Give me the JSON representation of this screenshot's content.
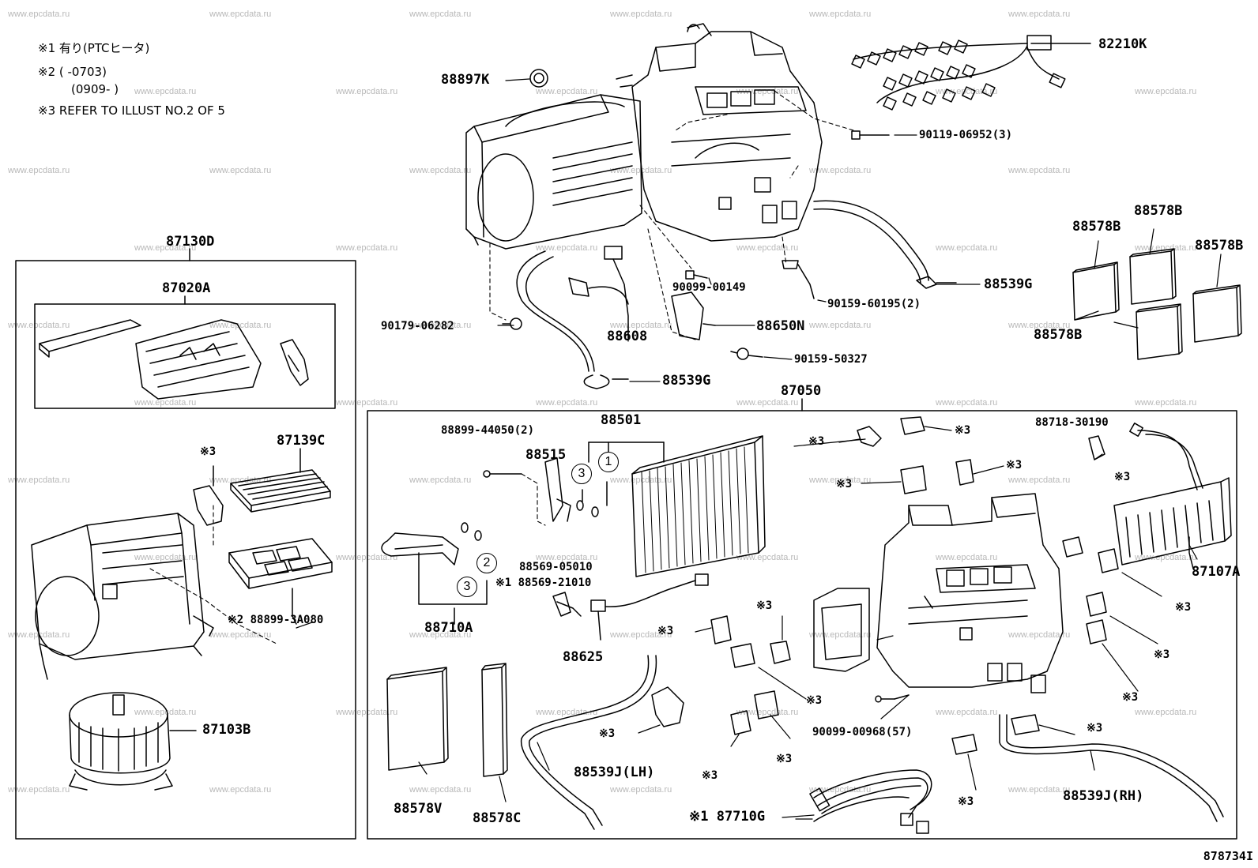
{
  "notes": {
    "n1": "※1 有り(PTCヒータ)",
    "n2a": "※2 (      -0703)",
    "n2b": "(0909-      )",
    "n3": "※3 REFER TO ILLUST NO.2 OF 5"
  },
  "labels": {
    "p82210K": "82210K",
    "p88897K": "88897K",
    "p90119": "90119-06952(3)",
    "p88578B_a": "88578B",
    "p88578B_b": "88578B",
    "p88578B_c": "88578B",
    "p88578B_d": "88578B",
    "p90099_00149": "90099-00149",
    "p88539G_a": "88539G",
    "p90159_60195": "90159-60195(2)",
    "p90179": "90179-06282",
    "p88608": "88608",
    "p88650N": "88650N",
    "p90159_50327": "90159-50327",
    "p88539G_b": "88539G",
    "p87130D": "87130D",
    "p87020A": "87020A",
    "p87050": "87050",
    "p88899_44050": "88899-44050(2)",
    "p88501": "88501",
    "p88515": "88515",
    "p88718": "88718-30190",
    "p87139C": "87139C",
    "p88899_3A080": "※2 88899-3A080",
    "p87103B": "87103B",
    "p88569a": "88569-05010",
    "p88569b": "※1 88569-21010",
    "p88710A": "88710A",
    "p88625": "88625",
    "p87107A": "87107A",
    "p90099_00968": "90099-00968(57)",
    "p88539J_LH": "88539J(LH)",
    "p88539J_RH": "88539J(RH)",
    "p88578V": "88578V",
    "p88578C": "88578C",
    "p87710G": "※1 87710G",
    "ref3": "※3",
    "c1": "1",
    "c2": "2",
    "c3": "3"
  },
  "watermark": "www.epcdata.ru",
  "figure_id": "878734I"
}
